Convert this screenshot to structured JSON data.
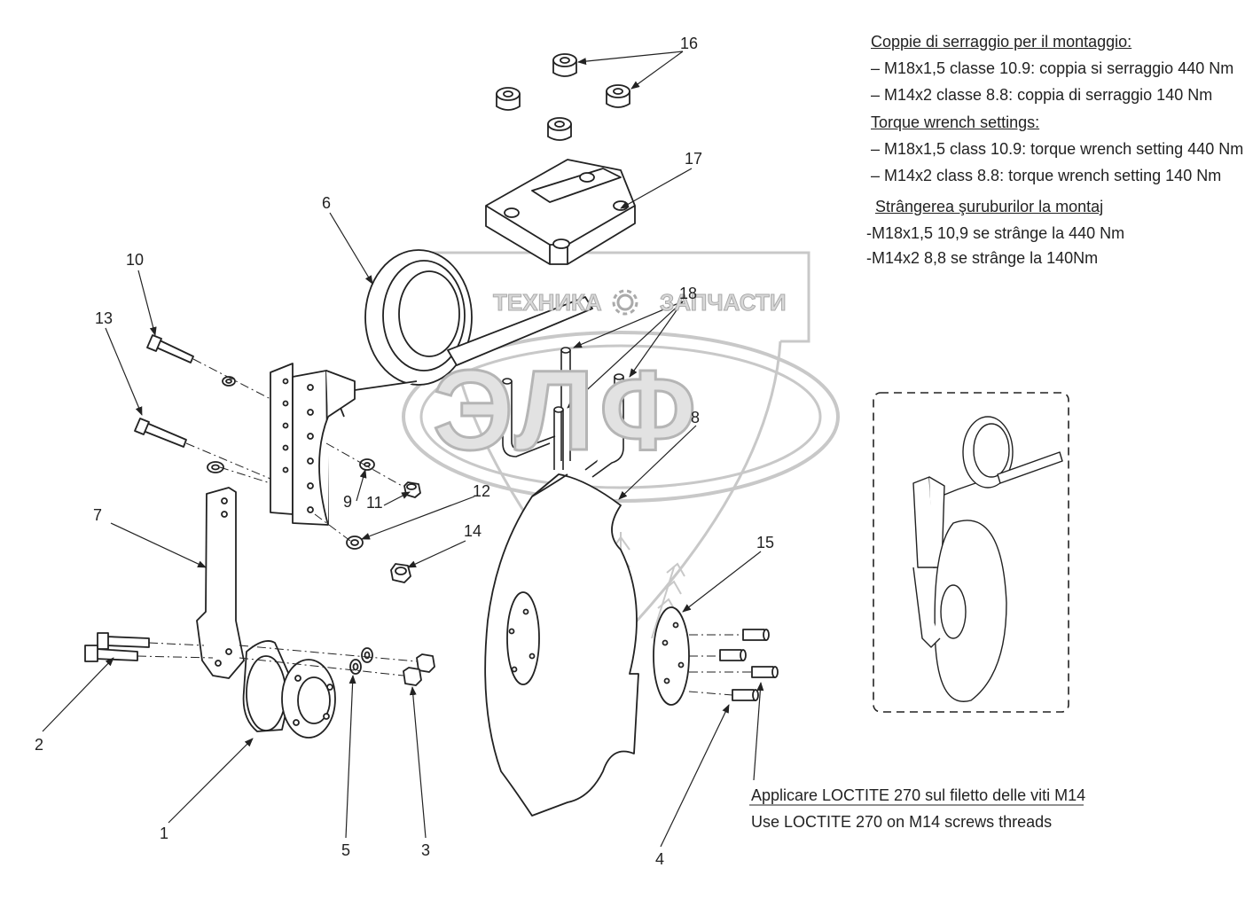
{
  "watermark": {
    "top_left": "ТЕХНИКА",
    "top_right": "ЗАПЧАСТИ",
    "center": "ЭЛФ",
    "gear_icon": "gear-icon"
  },
  "notes_torque": {
    "it_title": "Coppie di serraggio per il montaggio:",
    "it_line1": "– M18x1,5 classe 10.9: coppia si serraggio 440 Nm",
    "it_line2": "– M14x2 classe 8.8: coppia di serraggio 140 Nm",
    "en_title": "Torque wrench settings:",
    "en_line1": "– M18x1,5 class 10.9: torque wrench setting 440 Nm",
    "en_line2": "– M14x2 class 8.8: torque wrench setting 140 Nm",
    "ro_title": "Strângerea şuruburilor la montaj",
    "ro_line1": "-M18x1,5 10,9 se strânge la 440 Nm",
    "ro_line2": "-M14x2 8,8 se strânge la 140Nm"
  },
  "notes_loctite": {
    "it": "Applicare LOCTITE 270 sul filetto delle viti M14",
    "en": "Use LOCTITE 270 on M14 screws threads"
  },
  "callouts": {
    "c1": "1",
    "c2": "2",
    "c3": "3",
    "c4": "4",
    "c5": "5",
    "c6": "6",
    "c7": "7",
    "c8": "8",
    "c9": "9",
    "c10": "10",
    "c11": "11",
    "c12": "12",
    "c13": "13",
    "c14": "14",
    "c15": "15",
    "c16": "16",
    "c17": "17",
    "c18": "18"
  },
  "colors": {
    "line": "#222222",
    "watermark_fill": "#d8d8d8",
    "watermark_stroke": "#aaaaaa"
  }
}
